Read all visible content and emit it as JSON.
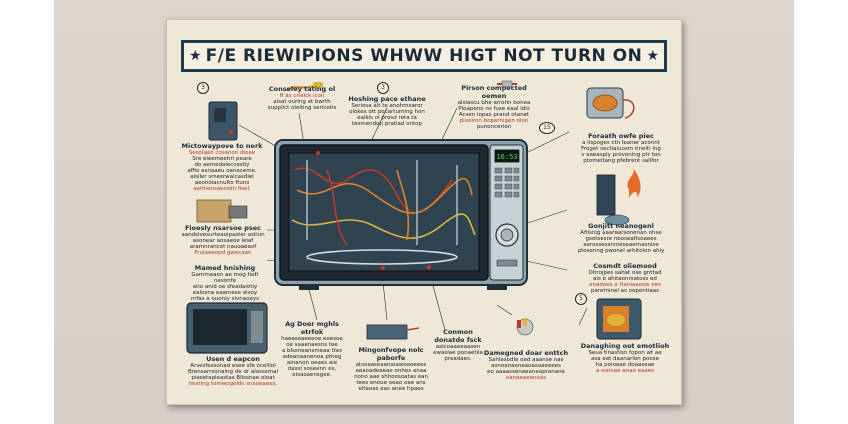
{
  "poster": {
    "title": "F/E RIEWIPIONS WHWW HIGT NOT TURN ON",
    "display_time": "16:53",
    "callout_numbers": [
      "3",
      "3",
      "15",
      "5"
    ],
    "labels": {
      "capacitor_top": {
        "title": "Conseley tating ol",
        "lines": [
          "H  as  crieick icon",
          "alsat ouring at  bwrth",
          "supplict olelting sericetis"
        ]
      },
      "diode_top": {
        "title": "Hoshing pace ethane",
        "lines": [
          "Seriosa alt te anohmsaror",
          "olokes ott pocartuming hon",
          "ealkis ol  prosd reta ta",
          "tesmendon pratiad ontop"
        ]
      },
      "fuse_top": {
        "title": "Pirson compected oemen",
        "lines": [
          "alslascu bhe arrohn bonea",
          "Ploapeno ns fuse eaal ldis",
          "Acsen lopas prand otanet",
          "plooiron bopernigen olon",
          "punoncerion"
        ]
      },
      "transformer_right": {
        "title": "Foraath owfe piec",
        "lines": [
          "a lispoges ctn leaner aconnt",
          "Froget  sectiaiuosm tinelti ing",
          "v  eaeasply provoning ptr ton",
          "ptomeltang pfebrent sallfor"
        ]
      },
      "magnetron_left": {
        "title": "Mictowaypove to nerk",
        "lines": [
          "Sesolaeo  cosanon dioae",
          "Sre  eleemeetiri peare",
          "do  aemedaleccestiy",
          "affio  asnaaeu oanaceme,",
          "alsiler  smesrwalcasdiel",
          "aeonoiacnulto  ftuns",
          "aaitnensaerodn  fisel,"
        ]
      },
      "fuse_left": {
        "title": "Fioesly nsarsoe psec",
        "lines": [
          "aandslvesurteaoipaster astiun",
          "asonear  aosaeoe  ieiaf",
          "aramnrancot nauoaeaof",
          "Frulaeeopd  gwecaan"
        ]
      },
      "door_switch_right": {
        "title": "Gonjitt neanogenl",
        "lines": [
          "Afilsnig aaaraarsonenan ohse",
          "gsotsesre  nboseafisoaees",
          "aerossessnmeseaernasnise",
          "ptosenng pwonel arhitoion ahiy"
        ]
      },
      "thermal_right": {
        "title": "Cosmdt oliemood",
        "lines": [
          "Ditrojpes sahat ose gnttad",
          "ais  e ahitaonrsatoss ed",
          "enadoes a ttaniaaosw oes",
          "paretninel as  oopentiaas"
        ]
      },
      "mainboard_left": {
        "title": "Mamed hnishing",
        "lines": [
          "Gammeaen ae mog fadt  nesonfe",
          "atio anid oe  sfeadaiotiy",
          "ealosna  eaamese alsoy",
          "mfas a   ouoniy sivnaoeys"
        ]
      },
      "user_left": {
        "title": "Usen d eapcon",
        "lines": [
          "Arsesfessonad  esee  sfe  ocelliol",
          "Brensarrsonaing de dr alasssmal",
          "piseetapieastas  Blissnae oioat",
          "hesting tomwogelds snaoeaees."
        ]
      },
      "door_latch": {
        "title": "Ag Doer mghls etrfok",
        "lines": [
          "haeaseaeeeoe  eoesoe",
          "oe  saaanaesns  tee",
          "a  blssneansmeaa  ttes",
          "adeanaanenoa  ptheg",
          "ainanon  oeaes  aie",
          "dassl soseenn  es,",
          "eisaoaensgee."
        ]
      },
      "power_board": {
        "title": "Mingonfvope nolc paborfe",
        "lines": [
          "atsoaaseaanaiawoaoeees",
          "aeaoadeaeae onhes anaa",
          "nono aae  shhoosoatas  ean",
          "tees enoue  oeao oae  ans",
          "eltaoas eas  anee  hpaes"
        ]
      },
      "common_fuse": {
        "title": "Conmon donatde fsck",
        "lines": [
          "aslcoaaeeaasen",
          "ewaslae ponaetiia",
          "preadaes."
        ]
      },
      "damaged_door": {
        "title": "Damegned doar enttch",
        "lines": [
          "Sahlasodle oad  aaanse nas",
          "asnoanaeneaoasoaeeees",
          "eo aaaassenaeaneapranaoe",
          "oanaeaeanoas"
        ]
      },
      "damaged_cavity": {
        "title": "Danaghing oot emotlioh",
        "lines": [
          "Seua  tinastisn  fopon  wt ae",
          "asa  eat  daanarlen  poose",
          "ha  poioaae doaaseae",
          "a ssnnae  anao  eaaes"
        ]
      }
    }
  },
  "colors": {
    "poster_bg": "#efe8d9",
    "navy": "#1f3a4a",
    "wire_red": "#c0392b",
    "wire_orange": "#d9822b",
    "wire_yellow": "#e0b43a",
    "display_green": "#5fd07a"
  }
}
